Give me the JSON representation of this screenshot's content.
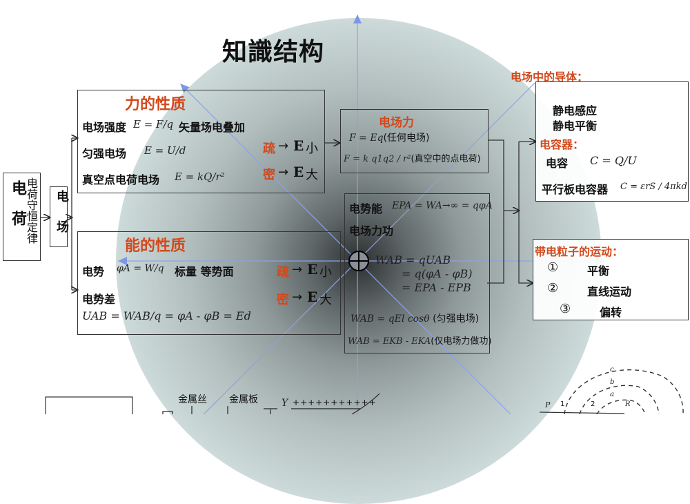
{
  "title": "知識结构",
  "left_column": {
    "charge": "电荷",
    "conservation": "电荷守恒定律",
    "field": "电场"
  },
  "force_box": {
    "heading": "力的性质",
    "rows": [
      {
        "label": "电场强度",
        "formula": "E = F/q",
        "note": "矢量场电叠加"
      },
      {
        "label": "匀强电场",
        "formula": "E = U/d"
      },
      {
        "label": "真空点电荷电场",
        "formula": "E = kQ/r²"
      }
    ],
    "density": {
      "sparse": "疏",
      "small": "小",
      "dense": "密",
      "large": "大",
      "arrow_label": "E"
    }
  },
  "energy_box": {
    "heading": "能的性质",
    "rows": [
      {
        "label": "电势",
        "formula": "φA = W/q",
        "note": "标量  等势面"
      },
      {
        "label": "电势差",
        "formula": "UAB = WAB/q = φA - φB = Ed"
      }
    ],
    "density": {
      "sparse": "疏",
      "small": "小",
      "dense": "密",
      "large": "大",
      "arrow_label": "E"
    }
  },
  "field_force_box": {
    "heading": "电场力",
    "formula1": "F = Eq",
    "formula1_note": "(任何电场)",
    "formula2": "F = k q1q2 / r²",
    "formula2_note": "(真空中的点电荷)"
  },
  "work_box": {
    "potential_energy_label": "电势能",
    "potential_energy_formula": "EPA = WA→∞ = qφA",
    "field_work_label": "电场力功",
    "work_lines": [
      "WAB = qUAB",
      "= q(φA - φB)",
      "= EPA - EPB"
    ],
    "uniform_formula": "WAB = qEl cosθ",
    "uniform_note": "(匀强电场)",
    "kinetic_formula": "WAB = EKB - EKA",
    "kinetic_note": "(仅电场力做功)"
  },
  "conductor_box": {
    "heading": "电场中的导体：",
    "items": [
      "静电感应",
      "静电平衡"
    ],
    "capacitor_heading": "电容器：",
    "capacitance_label": "电容",
    "capacitance_formula": "C = Q/U",
    "parallel_label": "平行板电容器",
    "parallel_formula": "C = εrS / 4πkd"
  },
  "motion_box": {
    "heading": "带电粒子的运动：",
    "items": [
      {
        "num": "①",
        "label": "平衡"
      },
      {
        "num": "②",
        "label": "直线运动"
      },
      {
        "num": "③",
        "label": "偏转"
      }
    ]
  },
  "bottom": {
    "wire_label": "金属丝",
    "plate_label": "金属板",
    "y_label": "Y",
    "plus_row": "+++++++++++",
    "orbit_labels": [
      "P",
      "1",
      "2",
      "a",
      "b",
      "c",
      "R"
    ]
  }
}
